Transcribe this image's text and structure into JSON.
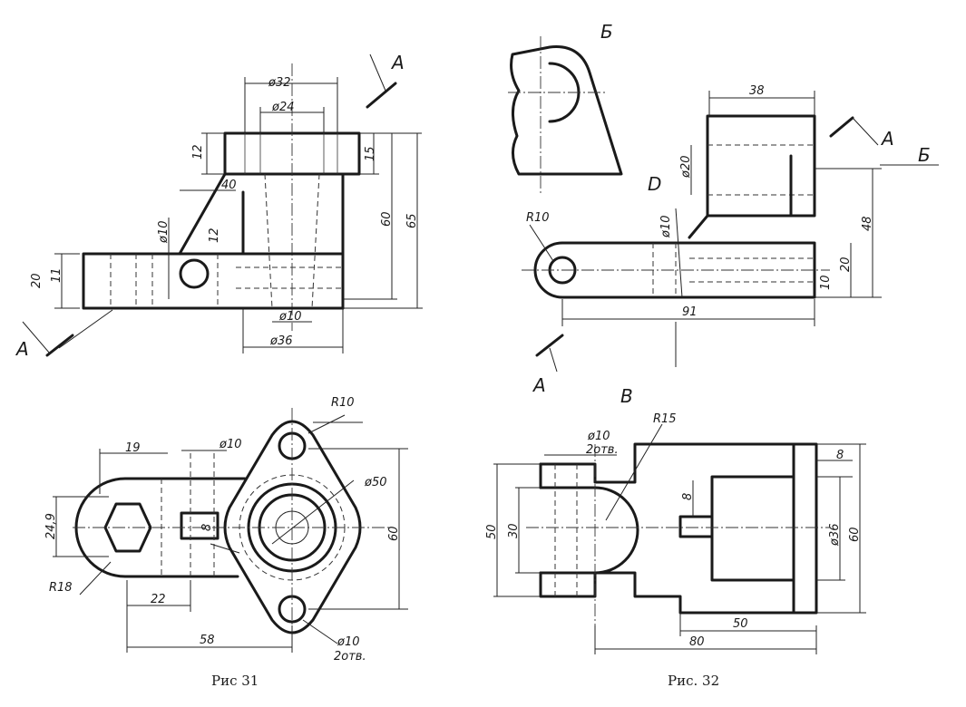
{
  "fig31": {
    "caption": "Рис 31",
    "section_marks": [
      "A",
      "A"
    ],
    "front_dims": {
      "d_outer_top": "ø32",
      "d_inner_top": "ø24",
      "height_flange_left": "12",
      "height_flange_right": "15",
      "height_60": "60",
      "height_65": "65",
      "rib_40": "40",
      "rib_12": "12",
      "hole_d10": "ø10",
      "base_20": "20",
      "base_11": "11",
      "bottom_d10": "ø10",
      "bottom_d36": "ø36"
    },
    "plan_dims": {
      "r10": "R10",
      "d10_top": "ø10",
      "d50": "ø50",
      "height_60": "60",
      "dim_19": "19",
      "dim_24_9": "24,9",
      "dim_8": "8",
      "r18": "R18",
      "dim_22": "22",
      "dim_58": "58",
      "holes_d10": "ø10",
      "holes_count": "2отв."
    }
  },
  "fig32": {
    "caption": "Рис. 32",
    "view_mark": "Б",
    "view_arrow_mark": "Б",
    "section_marks": [
      "A",
      "A"
    ],
    "hand_marks": [
      "D",
      "B"
    ],
    "front_dims": {
      "width_38": "38",
      "d20": "ø20",
      "height_48": "48",
      "r10": "R10",
      "d10": "ø10",
      "height_20": "20",
      "height_10": "10",
      "length_91": "91"
    },
    "plan_dims": {
      "d10": "ø10",
      "holes_count": "2отв.",
      "r15": "R15",
      "dim_8_top": "8",
      "dim_8_slot": "8",
      "dim_50": "50",
      "dim_30": "30",
      "d36": "ø36",
      "dim_60": "60",
      "dim_50_bottom": "50",
      "dim_80": "80"
    }
  }
}
